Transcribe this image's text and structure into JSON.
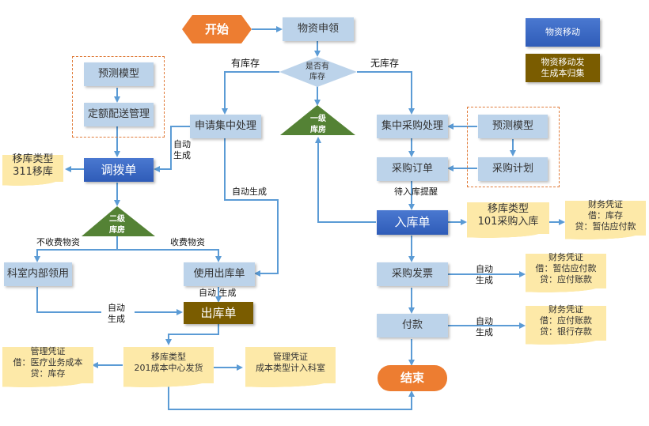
{
  "legend": {
    "material_move": "物资移动",
    "material_move_cost": "物资移动发\n生成本归集"
  },
  "nodes": {
    "start": "开始",
    "material_request": "物资申领",
    "decision_stock": "是否有\n库存",
    "has_stock": "有库存",
    "no_stock": "无库存",
    "warehouse_lv1": "一级\n库房",
    "warehouse_lv2": "二级\n库房",
    "forecast_model_left": "预测模型",
    "quota_distribution": "定额配送管理",
    "transfer_order": "调拨单",
    "move_type_311": "移库类型\n311移库",
    "apply_central": "申请集中处理",
    "central_purchase": "集中采购处理",
    "forecast_model_right": "预测模型",
    "purchase_plan": "采购计划",
    "purchase_order": "采购订单",
    "pending_receipt": "待入库提醒",
    "receipt_order": "入库单",
    "move_type_101": "移库类型\n101采购入库",
    "fin_voucher_1": "财务凭证\n借：库存\n贷：暂估应付款",
    "purchase_invoice": "采购发票",
    "fin_voucher_2": "财务凭证\n借：暂估应付款\n贷：应付账款",
    "payment": "付款",
    "fin_voucher_3": "财务凭证\n借：应付账款\n贷：银行存款",
    "end": "结束",
    "non_charge": "不收费物资",
    "charge": "收费物资",
    "dept_internal": "科室内部领用",
    "usage_issue": "使用出库单",
    "issue_order": "出库单",
    "move_type_201": "移库类型\n201成本中心发货",
    "mgmt_voucher_1": "管理凭证\n借：医疗业务成本\n贷：库存",
    "mgmt_voucher_2": "管理凭证\n成本类型计入科室"
  },
  "edge_labels": {
    "auto_gen_1": "自动\n生成",
    "auto_gen_2": "自动生成",
    "auto_gen_3": "自动 生成",
    "auto_gen_4": "自动\n生成",
    "auto_gen_5": "自动\n生成",
    "auto_gen_6": "自动\n生成"
  },
  "colors": {
    "light_box": "#bcd3ea",
    "blue_box": "#2f5cb8",
    "brown_box": "#7a5c00",
    "orange": "#ed7d31",
    "green": "#548235",
    "note": "#fde9a8",
    "line": "#5b9bd5"
  }
}
